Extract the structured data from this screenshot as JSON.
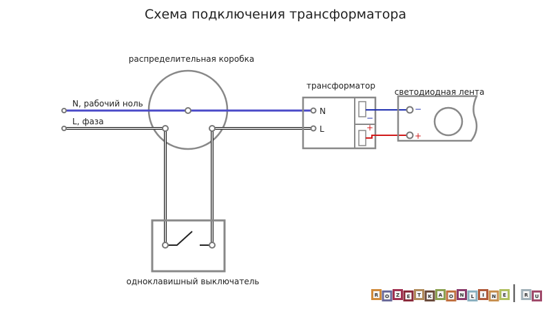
{
  "title": "Схема подключения трансформатора",
  "labels": {
    "junction_box": "распределительная коробка",
    "transformer": "трансформатор",
    "led_strip": "светодиодная лента",
    "switch": "одноклавишный выключатель",
    "neutral": "N, рабочий ноль",
    "phase": "L, фаза",
    "terminal_n": "N",
    "terminal_l": "L",
    "minus": "−",
    "plus": "+"
  },
  "colors": {
    "neutral": "#4a4ac8",
    "positive": "#d01818",
    "negative": "#2030b0",
    "box": "#888888"
  },
  "logo": {
    "text": "ROZETKAONLINE.RU",
    "letters": [
      "R",
      "O",
      "Z",
      "E",
      "T",
      "K",
      "A",
      "O",
      "N",
      "L",
      "I",
      "N",
      "E"
    ],
    "suffix": [
      "R",
      "U"
    ],
    "tile_colors": [
      "#d08a3a",
      "#6a6a9a",
      "#a03050",
      "#8a2a3a",
      "#b08a5a",
      "#6a4a3a",
      "#8aa050",
      "#c07040",
      "#8a3a6a",
      "#8ab0c0",
      "#b05a3a",
      "#c89050",
      "#b0c060",
      "#a0b0b8",
      "#a04a6a"
    ]
  }
}
